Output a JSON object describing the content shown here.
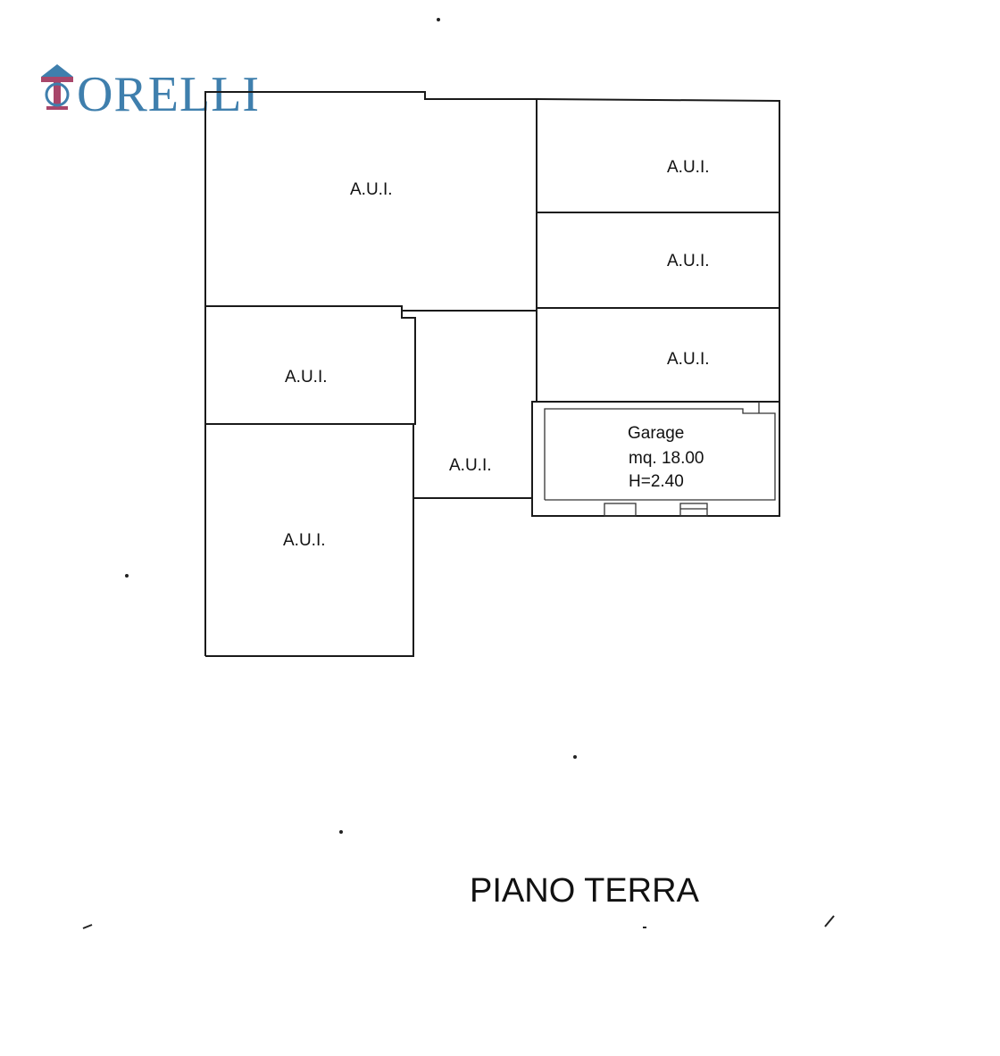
{
  "logo": {
    "text": "TORELLI",
    "colors": {
      "primary": "#3f7fad",
      "accent": "#a8466a"
    }
  },
  "rooms": {
    "top_left": "A.U.I.",
    "right_1": "A.U.I.",
    "right_2": "A.U.I.",
    "right_3": "A.U.I.",
    "mid_left": "A.U.I.",
    "center": "A.U.I.",
    "bottom_left": "A.U.I."
  },
  "garage": {
    "name": "Garage",
    "area": "mq. 18.00",
    "height": "H=2.40"
  },
  "floor_title": "PIANO TERRA"
}
